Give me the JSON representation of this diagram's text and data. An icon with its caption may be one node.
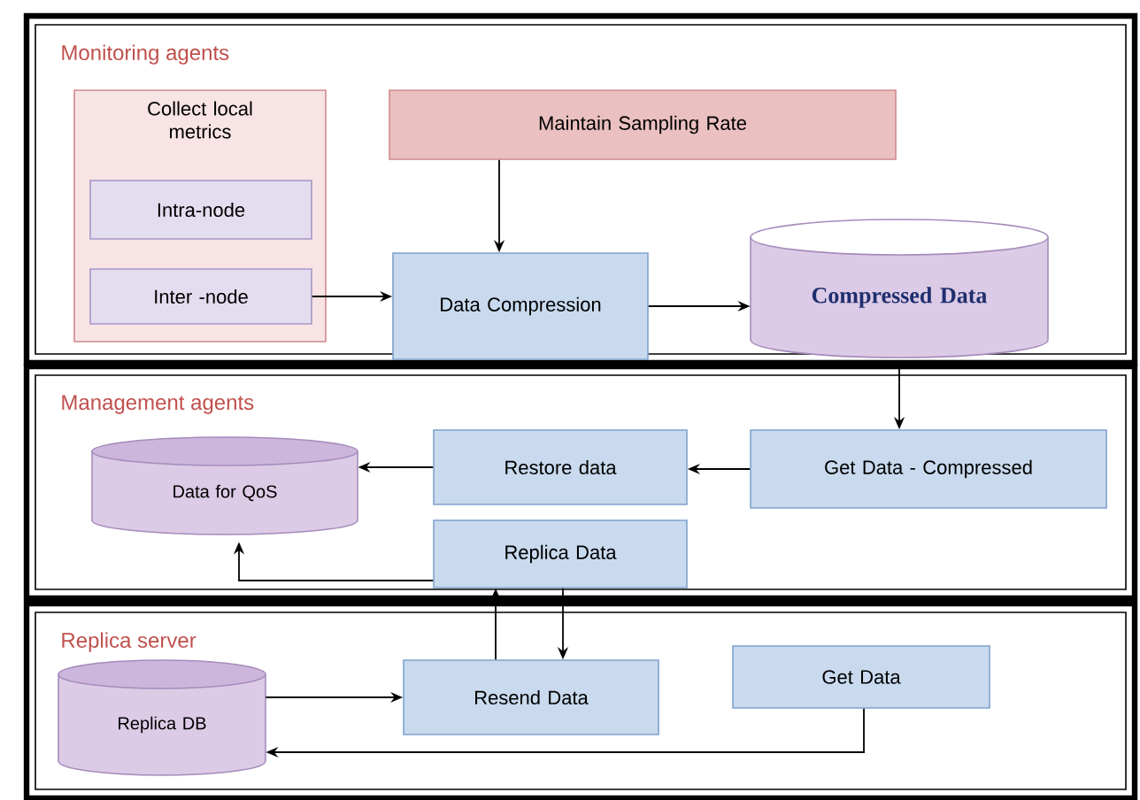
{
  "diagram": {
    "nodes": [
      {
        "text": [
          "Monitoring agents"
        ]
      },
      {
        "text": [
          "Collect local metrics"
        ],
        "in": 0
      },
      {
        "text": [
          "Intra-node"
        ],
        "in": 1
      },
      {
        "text": [
          "Inter -node"
        ],
        "in": 1
      },
      {
        "text": [
          "Maintain Sampling Rate"
        ],
        "in": 0
      },
      {
        "text": [
          "Data Compression"
        ],
        "in": 0
      },
      {
        "text": [
          "Compressed Data"
        ],
        "in": 0
      },
      {
        "text": [
          "Management agents"
        ]
      },
      {
        "text": [
          "Data for QoS"
        ],
        "in": 7
      },
      {
        "text": [
          "Restore data"
        ],
        "in": 7
      },
      {
        "text": [
          "Get Data - Compressed"
        ],
        "in": 7
      },
      {
        "text": [
          "Replica Data"
        ],
        "in": 7
      },
      {
        "text": [
          "Replica server"
        ]
      },
      {
        "text": [
          "Replica DB"
        ],
        "in": 12
      },
      {
        "text": [
          "Resend Data"
        ],
        "in": 12
      },
      {
        "text": [
          "Get Data"
        ],
        "in": 12
      }
    ],
    "edges": [
      {
        "from": 4,
        "to": 5,
        "arrow": "to"
      },
      {
        "from": 3,
        "to": 5,
        "arrow": "to"
      },
      {
        "from": 5,
        "to": 6,
        "arrow": "to"
      },
      {
        "from": 6,
        "to": 10,
        "arrow": "to"
      },
      {
        "from": 10,
        "to": 9,
        "arrow": "to"
      },
      {
        "from": 9,
        "to": 8,
        "arrow": "to"
      },
      {
        "from": 11,
        "to": 8,
        "arrow": "to"
      },
      {
        "from": 14,
        "to": 11,
        "arrow": "to"
      },
      {
        "from": 11,
        "to": 14,
        "arrow": "to"
      },
      {
        "from": 13,
        "to": 14,
        "arrow": "to"
      },
      {
        "from": 15,
        "to": 13,
        "arrow": "to"
      }
    ]
  }
}
